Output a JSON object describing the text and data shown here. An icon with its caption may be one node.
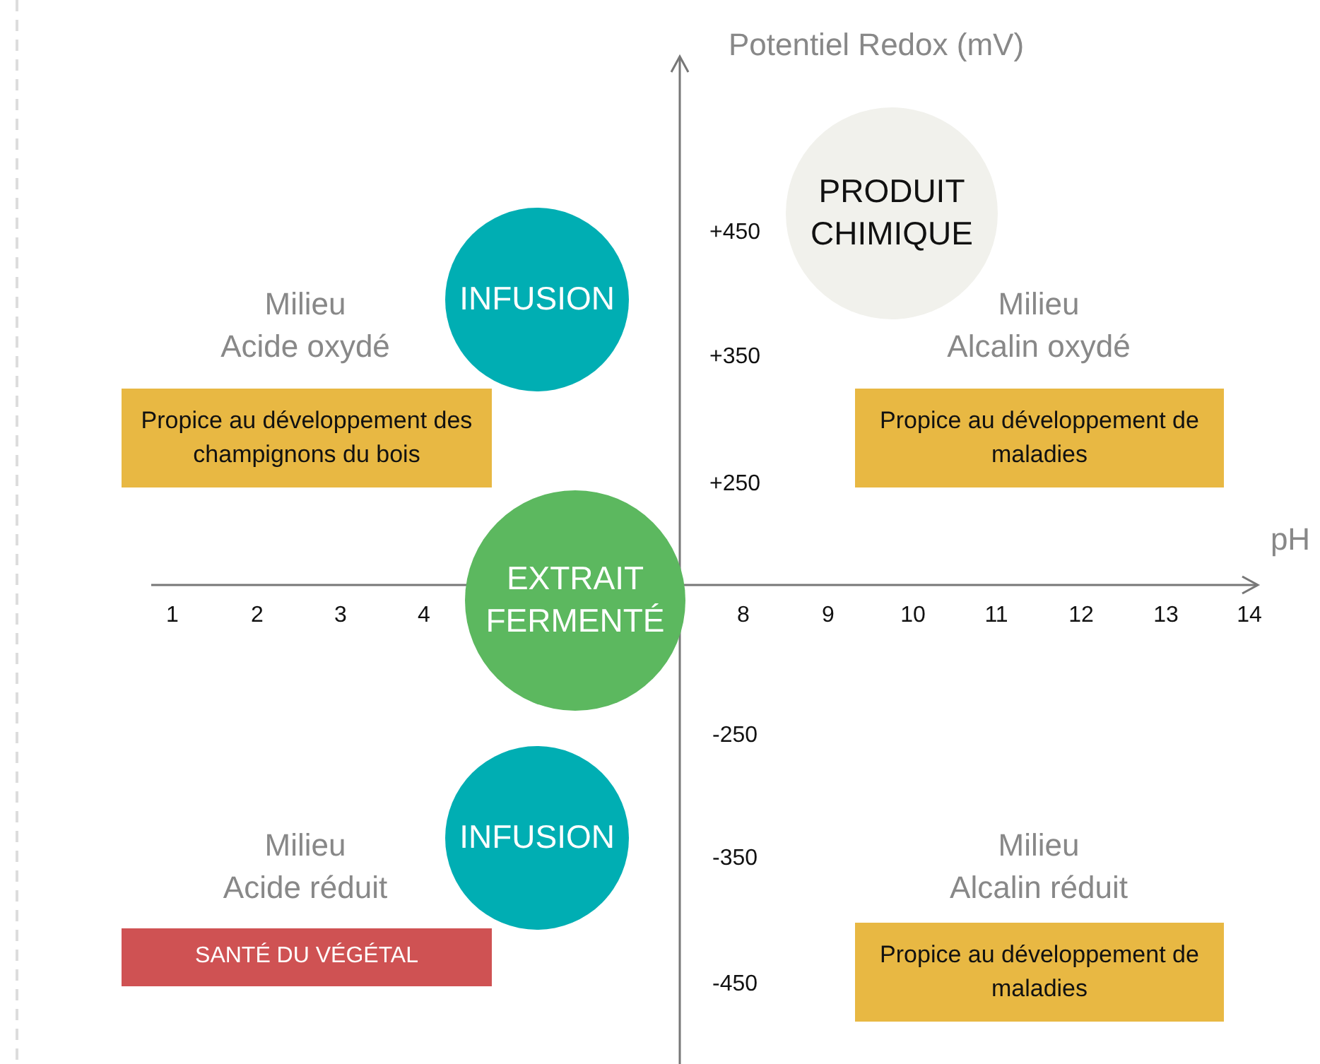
{
  "diagram": {
    "nodes": [
      {
        "text": [
          "PRODUIT CHIMIQUE"
        ]
      },
      {
        "text": [
          "INFUSION"
        ]
      },
      {
        "text": [
          "Propice au développement des champignons du bois"
        ]
      },
      {
        "text": [
          "Propice au développement de maladies"
        ]
      },
      {
        "text": [
          "EXTRAIT FERMENTÉ"
        ]
      },
      {
        "text": [
          "INFUSION"
        ]
      },
      {
        "text": [
          "SANTÉ DU VÉGÉTAL"
        ]
      },
      {
        "text": [
          "Propice au développement de maladies"
        ]
      }
    ],
    "edges": [],
    "labels": [
      "Potentiel Redox (mV)",
      "+450",
      "Milieu Acide oxydé",
      "Milieu Alcalin oxydé",
      "+350",
      "+250",
      "pH",
      "1",
      "2",
      "3",
      "4",
      "8",
      "9",
      "10",
      "11",
      "12",
      "13",
      "14",
      "-250",
      "Milieu Acide réduit",
      "Milieu Alcalin réduit",
      "-350",
      "-450"
    ]
  }
}
